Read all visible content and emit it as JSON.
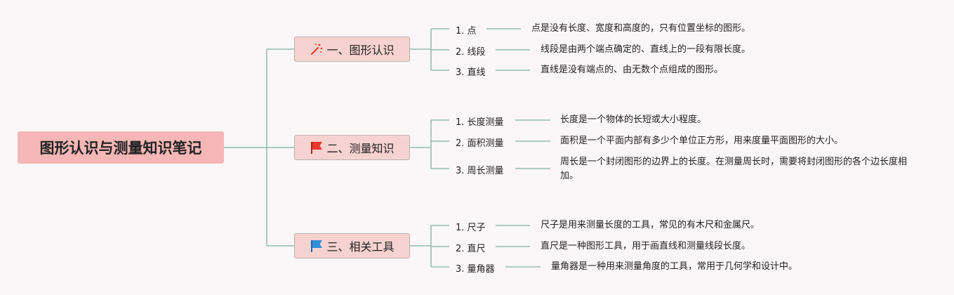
{
  "root": {
    "title": "图形认识与测量知识笔记"
  },
  "branches": [
    {
      "label": "一、图形认识",
      "icon": "magic-wand-icon",
      "items": [
        {
          "label": "1. 点",
          "desc": "点是没有长度、宽度和高度的，只有位置坐标的图形。"
        },
        {
          "label": "2. 线段",
          "desc": "线段是由两个端点确定的、直线上的一段有限长度。"
        },
        {
          "label": "3. 直线",
          "desc": "直线是没有端点的、由无数个点组成的图形。"
        }
      ]
    },
    {
      "label": "二、测量知识",
      "icon": "red-flag-icon",
      "items": [
        {
          "label": "1. 长度测量",
          "desc": "长度是一个物体的长短或大小程度。"
        },
        {
          "label": "2. 面积测量",
          "desc": "面积是一个平面内部有多少个单位正方形，用来度量平面图形的大小。"
        },
        {
          "label": "3. 周长测量",
          "desc": "周长是一个封闭图形的边界上的长度。在测量周长时，需要将封闭图形的各个边长度相加。"
        }
      ]
    },
    {
      "label": "三、相关工具",
      "icon": "blue-flag-icon",
      "items": [
        {
          "label": "1. 尺子",
          "desc": "尺子是用来测量长度的工具，常见的有木尺和金属尺。"
        },
        {
          "label": "2. 直尺",
          "desc": "直尺是一种图形工具，用于画直线和测量线段长度。"
        },
        {
          "label": "3. 量角器",
          "desc": "量角器是一种用来测量角度的工具，常用于几何学和设计中。"
        }
      ]
    }
  ],
  "colors": {
    "background": "#fbf6f7",
    "root_fill": "#f4b6b6",
    "branch_fill": "#f6d3d0",
    "connector": "#7fb39f",
    "flag_red": "#e8372c",
    "flag_blue": "#2f8fd8"
  }
}
